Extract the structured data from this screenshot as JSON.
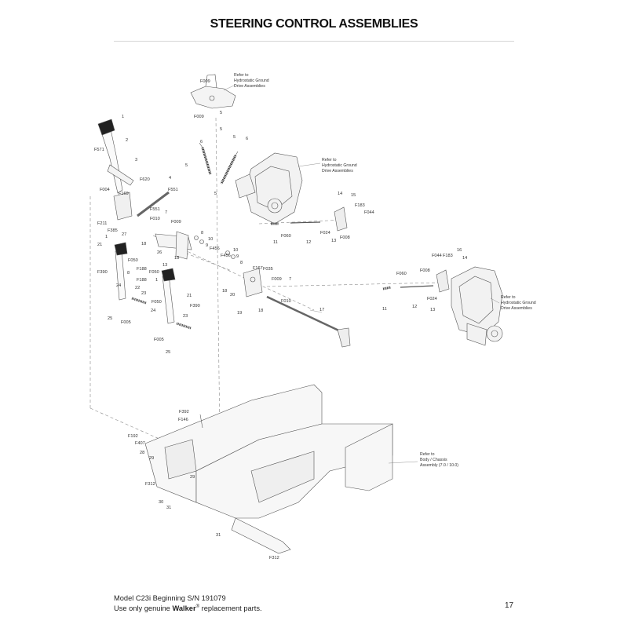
{
  "page": {
    "title": "STEERING CONTROL ASSEMBLIES",
    "footer_line1": "Model C23i Beginning S/N 191079",
    "footer_line2_pre": "Use only genuine ",
    "footer_brand": "Walker",
    "footer_reg": "®",
    "footer_line2_post": " replacement parts.",
    "page_number": "17"
  },
  "notes": {
    "top": [
      "Refer to",
      "Hydrostatic Ground",
      "Drive Assemblies"
    ],
    "middle": [
      "Refer to",
      "Hydrostatic Ground",
      "Drive Assemblies"
    ],
    "right": [
      "Refer to",
      "Hydrostatic Ground",
      "Drive Assemblies"
    ],
    "body": [
      "Refer to",
      "Body / Chassis",
      "Assembly (7.0 / 10.0)"
    ]
  },
  "callouts": {
    "c1": "1",
    "c2": "2",
    "c3": "3",
    "c4": "4",
    "c5a": "5",
    "c5b": "5",
    "c5c": "5",
    "c5d": "5",
    "c6a": "6",
    "c6b": "6",
    "c7a": "7",
    "c7b": "7",
    "c8a": "8",
    "c8b": "8",
    "c9a": "9",
    "c9b": "9",
    "c10a": "10",
    "c10b": "10",
    "c11a": "11",
    "c11b": "11",
    "c12a": "12",
    "c12b": "12",
    "c13a": "13",
    "c13b": "13",
    "c13c": "13",
    "c14a": "14",
    "c14b": "14",
    "c15": "15",
    "c16": "16",
    "c17": "17",
    "c18a": "18",
    "c18b": "18",
    "c18c": "18",
    "c19": "19",
    "c20": "20",
    "c21a": "21",
    "c21b": "21",
    "c22": "22",
    "c23a": "23",
    "c23b": "23",
    "c24a": "24",
    "c24b": "24",
    "c25a": "25",
    "c25b": "25",
    "c26": "26",
    "c27": "27",
    "c28": "28",
    "c29a": "29",
    "c29b": "29",
    "c30": "30",
    "c31a": "31",
    "c31b": "31",
    "f009a": "F009",
    "f009b": "F009",
    "f009c": "F009",
    "f009d": "F009",
    "f571": "F571",
    "f620": "F620",
    "f004": "F004",
    "f169": "F169",
    "f551a": "F551",
    "f551b": "F551",
    "f010a": "F010",
    "f010b": "F010",
    "f211": "F211",
    "f385": "F385",
    "f390a": "F390",
    "f390b": "F390",
    "f050a": "F050",
    "f050b": "F050",
    "f050c": "F050",
    "f188a": "F188",
    "f188b": "F188",
    "f005a": "F005",
    "f005b": "F005",
    "f456a": "F456",
    "f456b": "F456",
    "f167": "F167",
    "f035": "F035",
    "f060a": "F060",
    "f060b": "F060",
    "f024a": "F024",
    "f024b": "F024",
    "f008a": "F008",
    "f008b": "F008",
    "f183a": "F183",
    "f183b": "F183",
    "f044a": "F044",
    "f044b": "F044",
    "f392": "F392",
    "f146": "F146",
    "f192": "F192",
    "f407": "F407",
    "f312a": "F312",
    "f312b": "F312"
  }
}
